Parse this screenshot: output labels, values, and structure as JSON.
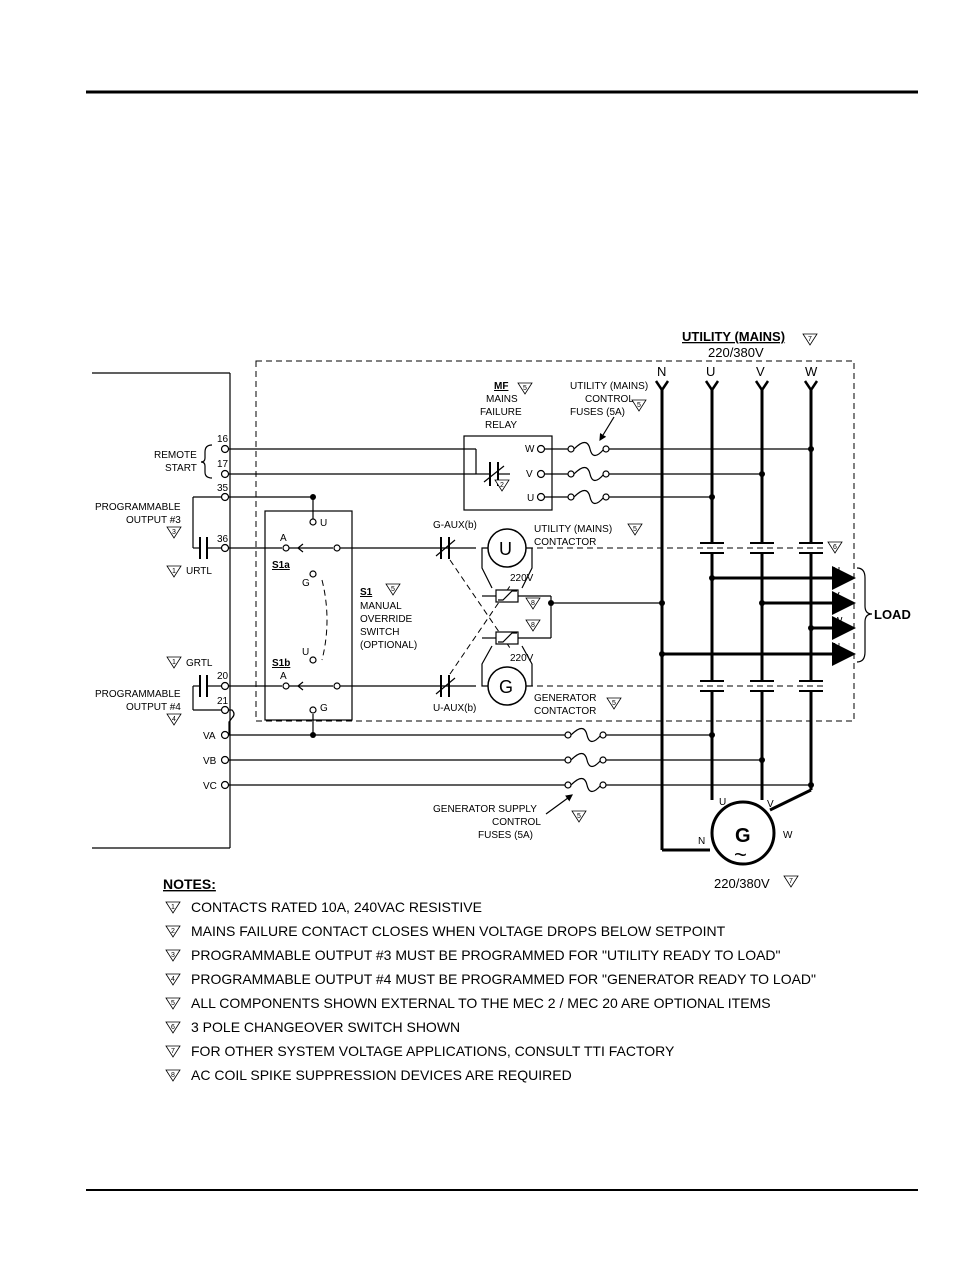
{
  "header": {
    "utility_title": "UTILITY (MAINS)",
    "utility_voltage": "220/380V",
    "utility_note": "7",
    "phases": [
      "N",
      "U",
      "V",
      "W"
    ]
  },
  "relay": {
    "title": "MF",
    "line1": "MAINS",
    "line2": "FAILURE",
    "line3": "RELAY",
    "note": "5",
    "contact_note": "2",
    "terminals": [
      "W",
      "V",
      "U"
    ]
  },
  "fuses_top": {
    "line1": "UTILITY (MAINS)",
    "line2": "CONTROL",
    "line3": "FUSES (5A)",
    "note": "5"
  },
  "controller": {
    "remote_start": [
      "REMOTE",
      "START"
    ],
    "prog3": [
      "PROGRAMMABLE",
      "OUTPUT #3"
    ],
    "prog3_note": "3",
    "prog4": [
      "PROGRAMMABLE",
      "OUTPUT #4"
    ],
    "prog4_note": "4",
    "urtl": "URTL",
    "grtl": "GRTL",
    "contact_note": "1",
    "terminals": [
      "16",
      "17",
      "35",
      "36",
      "20",
      "21"
    ],
    "voltage_terminals": [
      "VA",
      "VB",
      "VC"
    ]
  },
  "switch": {
    "title": "S1",
    "lines": [
      "MANUAL",
      "OVERRIDE",
      "SWITCH",
      "(OPTIONAL)"
    ],
    "note": "5",
    "s1a": "S1a",
    "s1b": "S1b",
    "pos_u": "U",
    "pos_a": "A",
    "pos_g": "G"
  },
  "contactors": {
    "g_aux": "G-AUX(b)",
    "u_aux": "U-AUX(b)",
    "utility_coil": "U",
    "generator_coil": "G",
    "coil_voltage": "220V",
    "suppression_note": "8",
    "utility_label": [
      "UTILITY (MAINS)",
      "CONTACTOR"
    ],
    "utility_note": "5",
    "generator_label": [
      "GENERATOR",
      "CONTACTOR"
    ],
    "generator_note": "5",
    "changeover_note": "6"
  },
  "load": {
    "label": "LOAD",
    "phases": [
      "U",
      "V",
      "W",
      "N"
    ]
  },
  "gen_fuses": {
    "line1": "GENERATOR SUPPLY",
    "line2": "CONTROL",
    "line3": "FUSES (5A)",
    "note": "5"
  },
  "generator": {
    "symbol": "G",
    "wave": "~",
    "terminals": [
      "U",
      "V",
      "W",
      "N"
    ],
    "voltage": "220/380V",
    "note": "7"
  },
  "notes": {
    "title": "NOTES:",
    "items": [
      {
        "n": "1",
        "text": "CONTACTS RATED 10A, 240VAC RESISTIVE"
      },
      {
        "n": "2",
        "text": "MAINS FAILURE CONTACT CLOSES WHEN VOLTAGE DROPS BELOW SETPOINT"
      },
      {
        "n": "3",
        "text": "PROGRAMMABLE OUTPUT #3 MUST BE PROGRAMMED FOR \"UTILITY READY TO LOAD\""
      },
      {
        "n": "4",
        "text": "PROGRAMMABLE OUTPUT #4 MUST BE PROGRAMMED FOR \"GENERATOR READY TO LOAD\""
      },
      {
        "n": "5",
        "text": "ALL COMPONENTS SHOWN EXTERNAL TO THE MEC 2 / MEC 20 ARE OPTIONAL ITEMS"
      },
      {
        "n": "6",
        "text": "3 POLE CHANGEOVER SWITCH SHOWN"
      },
      {
        "n": "7",
        "text": "FOR OTHER SYSTEM VOLTAGE APPLICATIONS, CONSULT TTI FACTORY"
      },
      {
        "n": "8",
        "text": "AC COIL SPIKE SUPPRESSION DEVICES ARE REQUIRED"
      }
    ]
  }
}
